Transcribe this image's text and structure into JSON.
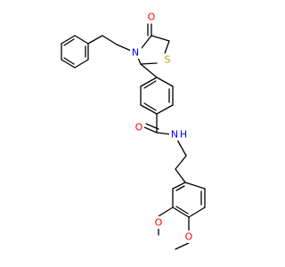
{
  "colors": {
    "background": "#ffffff",
    "bond": "#000000",
    "oxygen": "#ff0000",
    "nitrogen": "#0000ff",
    "sulfur": "#b8a000",
    "carbon_label": "#000000"
  },
  "atoms": {
    "ketone_oxygen": "O",
    "ring_nitrogen": "N",
    "ring_sulfur": "S",
    "amide_oxygen": "O",
    "amide_nitrogen": "N",
    "amide_hydrogen": "H",
    "methoxy_oxygen_1": "O",
    "methoxy_oxygen_2": "O"
  }
}
